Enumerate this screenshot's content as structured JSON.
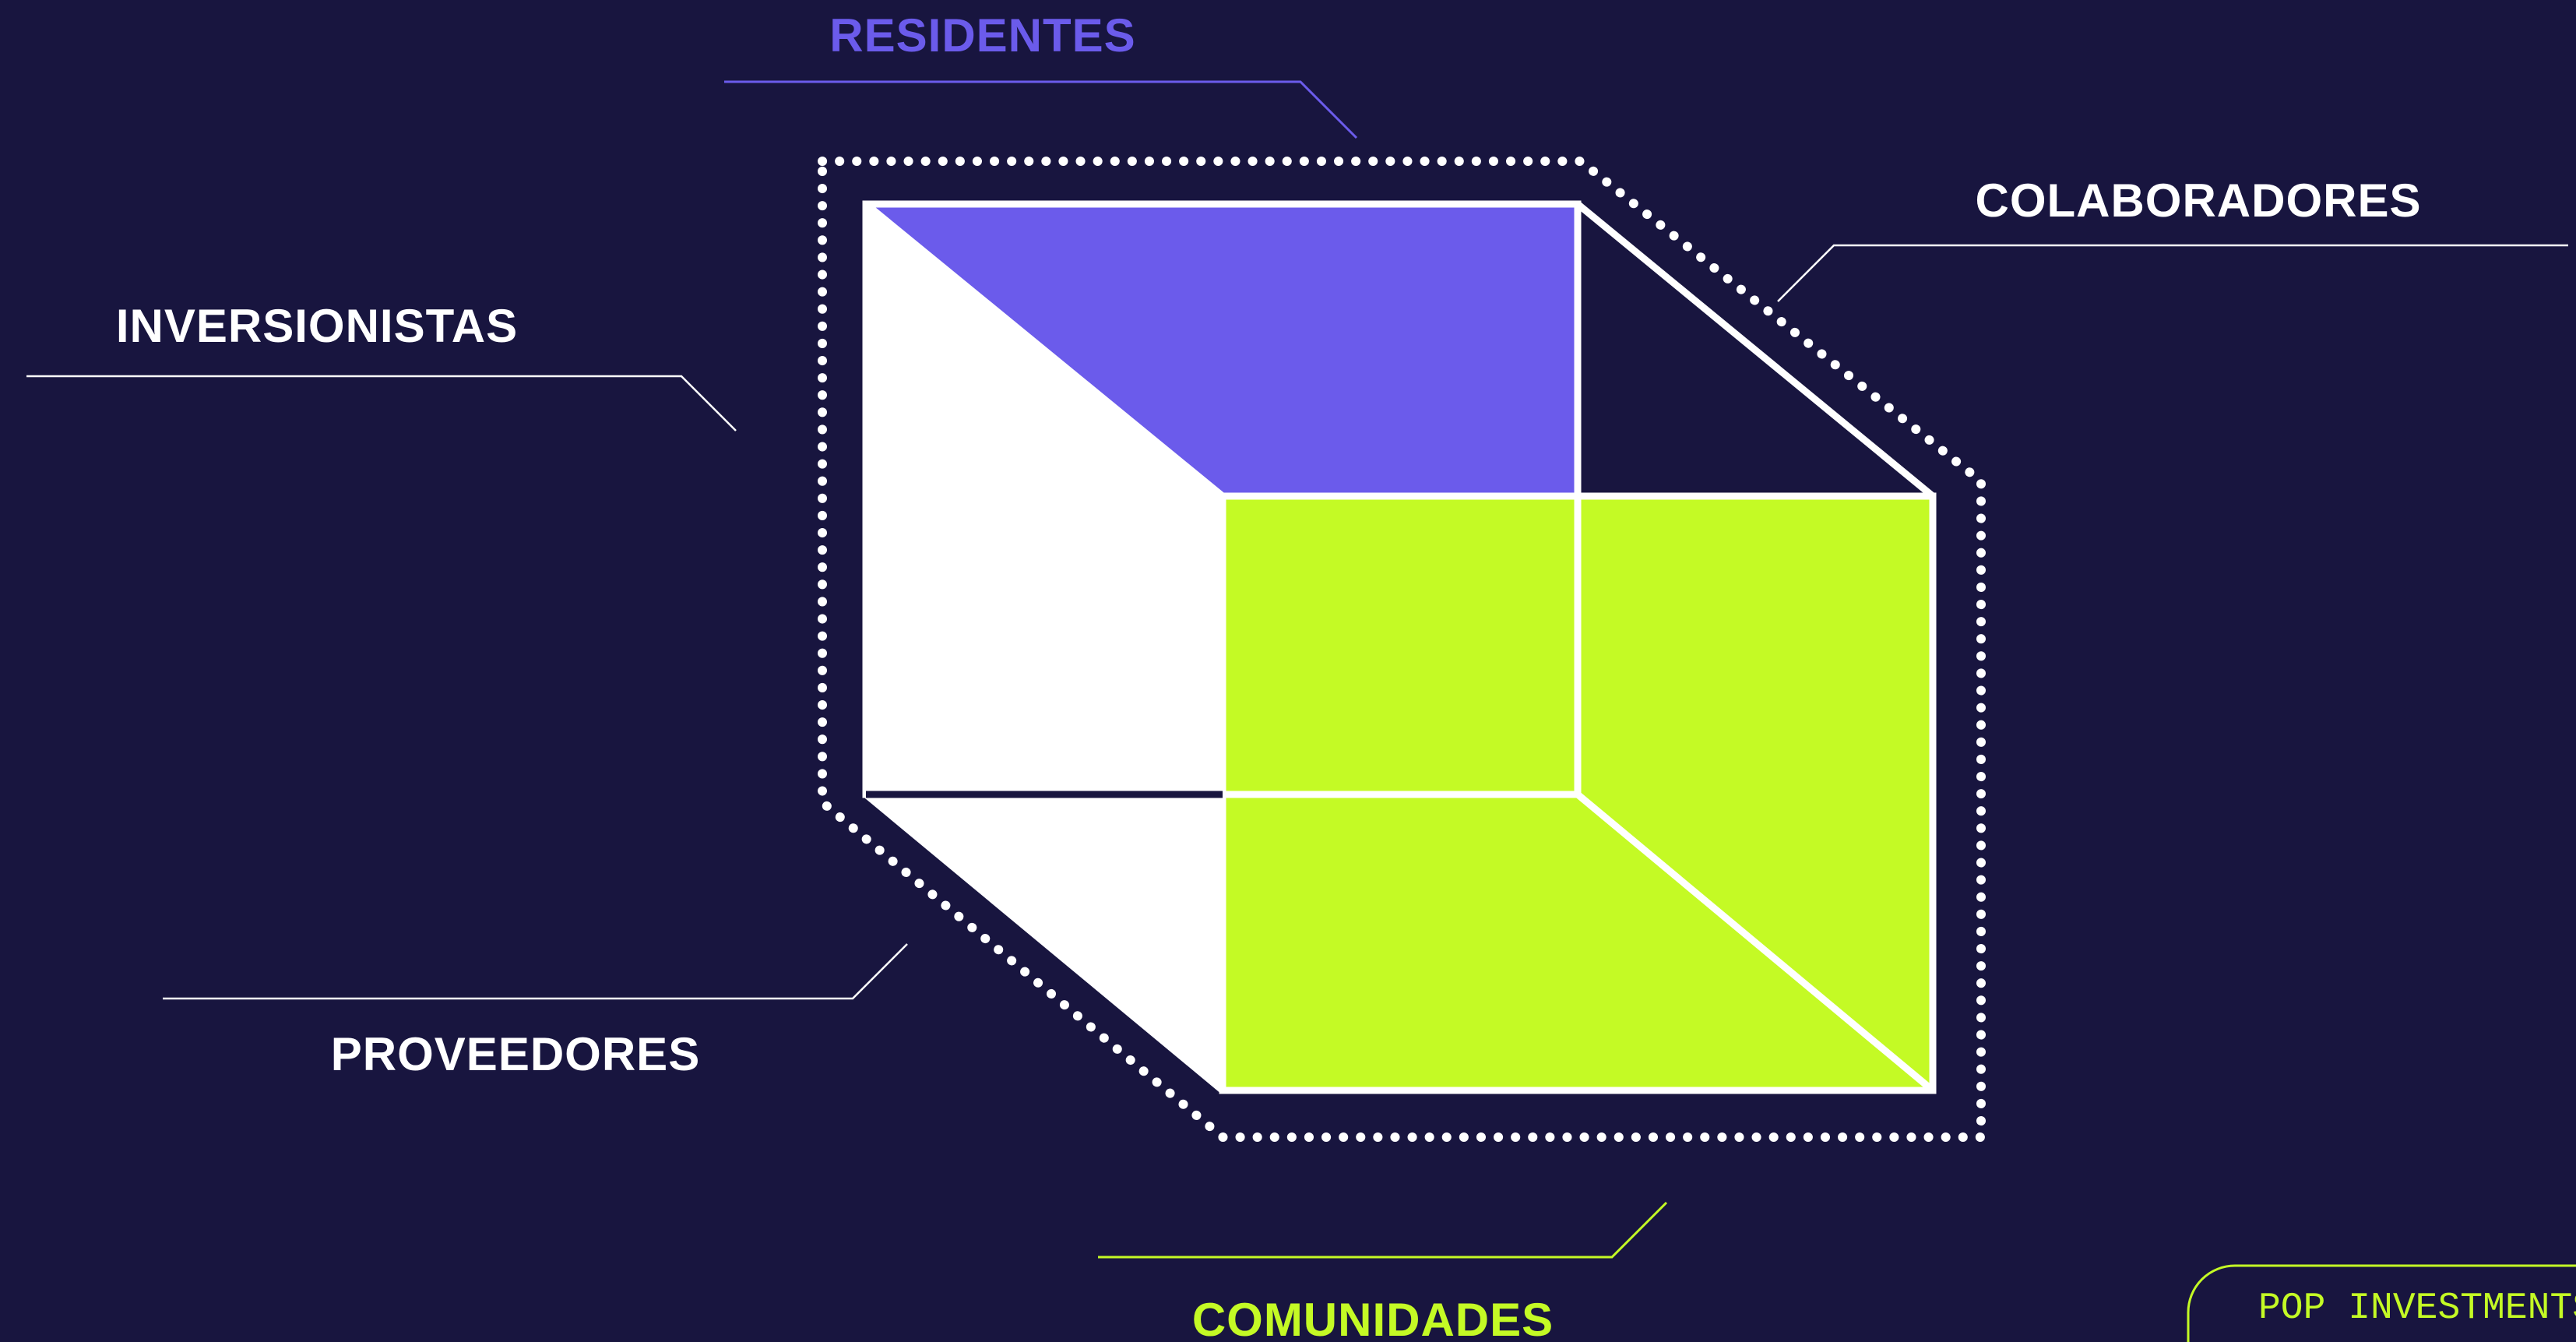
{
  "labels": {
    "residentes": "RESIDENTES",
    "colaboradores": "COLABORADORES",
    "inversionistas": "INVERSIONISTAS",
    "proveedores": "PROVEEDORES",
    "comunidades": "COMUNIDADES"
  },
  "badge": {
    "text": "POP INVESTMENTS"
  },
  "colors": {
    "background": "#18153f",
    "purple": "#6b5beb",
    "lime": "#c4fa25",
    "white": "#ffffff"
  }
}
